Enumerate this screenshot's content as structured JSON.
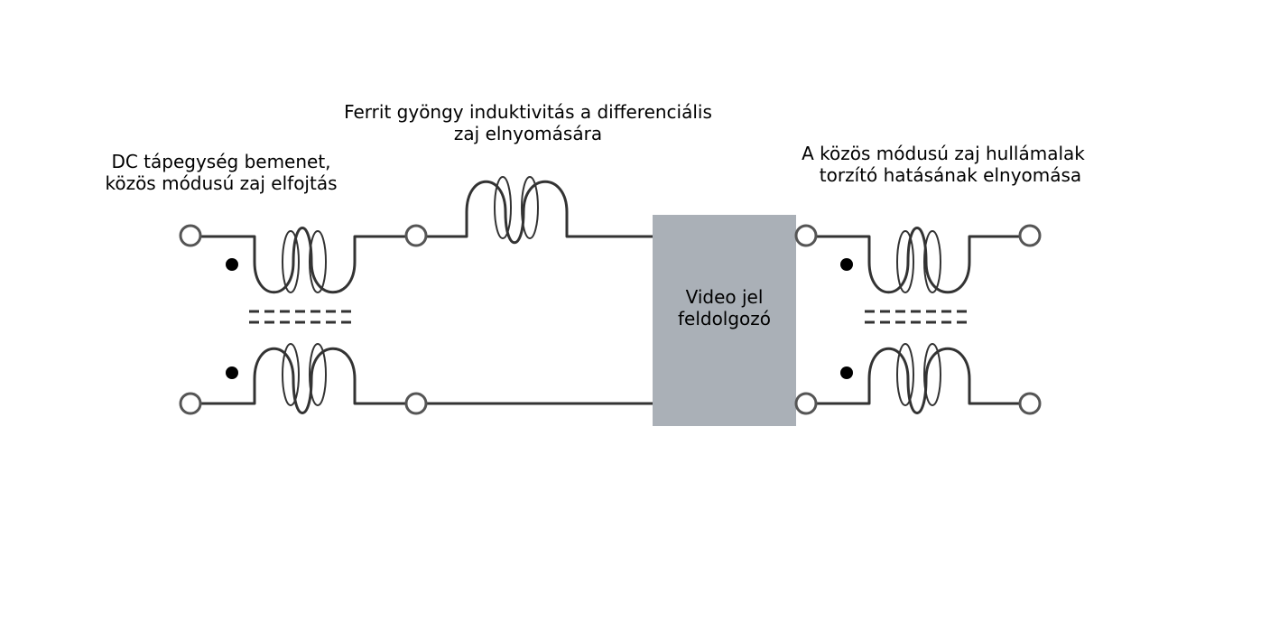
{
  "labels": {
    "left": {
      "line1": "DC tápegység bemenet,",
      "line2": "közös módusú zaj elfojtás"
    },
    "center": {
      "line1": "Ferrit gyöngy induktivitás a differenciális",
      "line2": "zaj elnyomására"
    },
    "right": {
      "line1": "A közös módusú zaj hullámalak",
      "line2": "torzító hatásának elnyomása"
    }
  },
  "processor": {
    "line1": "Video jel",
    "line2": "feldolgozó"
  },
  "colors": {
    "wire": "#333333",
    "terminal_fill": "#ffffff",
    "terminal_stroke": "#555555",
    "processor_fill": "#aab0b7",
    "dot": "#000000"
  }
}
